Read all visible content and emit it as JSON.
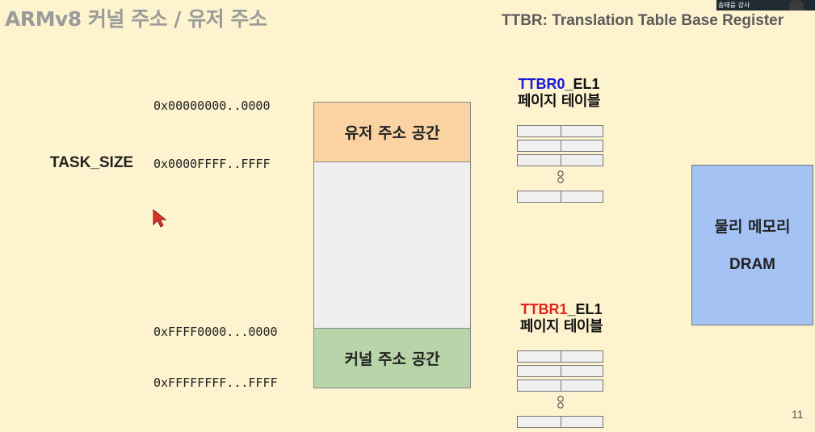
{
  "slide": {
    "title": "ARMv8 커널 주소 / 유저 주소",
    "subtitle": "TTBR: Translation Table Base Register",
    "page_number": "11"
  },
  "presenter": {
    "name_label": "송태웅 강사"
  },
  "address_map": {
    "user_start": "0x00000000..0000",
    "task_size_label": "TASK_SIZE",
    "task_size_addr": "0x0000FFFF..FFFF",
    "kernel_start": "0xFFFF0000...0000",
    "kernel_end": "0xFFFFFFFF...FFFF",
    "user_space_label": "유저 주소 공간",
    "kernel_space_label": "커널 주소 공간"
  },
  "ttbr0": {
    "prefix": "TTBR0",
    "suffix": "_EL1",
    "table_label": "페이지 테이블",
    "prefix_color": "#1a1adb"
  },
  "ttbr1": {
    "prefix": "TTBR1",
    "suffix": "_EL1",
    "table_label": "페이지 테이블",
    "prefix_color": "#e3251b"
  },
  "memory": {
    "label": "물리 메모리",
    "sublabel": "DRAM"
  },
  "icons": {
    "cursor": "mouse-pointer-icon",
    "ellipsis": "vertical-ellipsis-icon"
  }
}
